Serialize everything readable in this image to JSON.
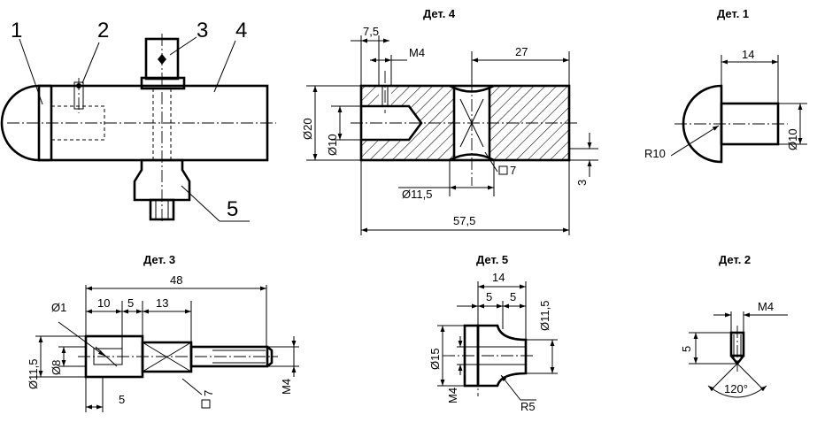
{
  "titles": {
    "det4": "Дет. 4",
    "det1": "Дет. 1",
    "det3": "Дет. 3",
    "det5": "Дет. 5",
    "det2": "Дет. 2"
  },
  "assembly": {
    "callouts": [
      "1",
      "2",
      "3",
      "4",
      "5"
    ]
  },
  "det4": {
    "d_7_5": "7,5",
    "thread": "M4",
    "d_27": "27",
    "dia20": "Ø20",
    "dia10": "Ø10",
    "dia11_5": "Ø11,5",
    "sq7": "7",
    "d_3": "3",
    "d_57_5": "57,5"
  },
  "det1": {
    "d_14": "14",
    "radius": "R10",
    "dia10": "Ø10"
  },
  "det3": {
    "d_48": "48",
    "dia1": "Ø1",
    "d_10": "10",
    "d_5a": "5",
    "d_13": "13",
    "dia11_5": "Ø11,5",
    "dia8": "Ø8",
    "d_5b": "5",
    "sq7": "7",
    "thread": "M4"
  },
  "det5": {
    "d_14": "14",
    "d_5a": "5",
    "d_5b": "5",
    "dia11_5": "Ø11,5",
    "dia15": "Ø15",
    "thread": "M4",
    "radius": "R5"
  },
  "det2": {
    "thread": "M4",
    "d_5": "5",
    "angle": "120°"
  }
}
